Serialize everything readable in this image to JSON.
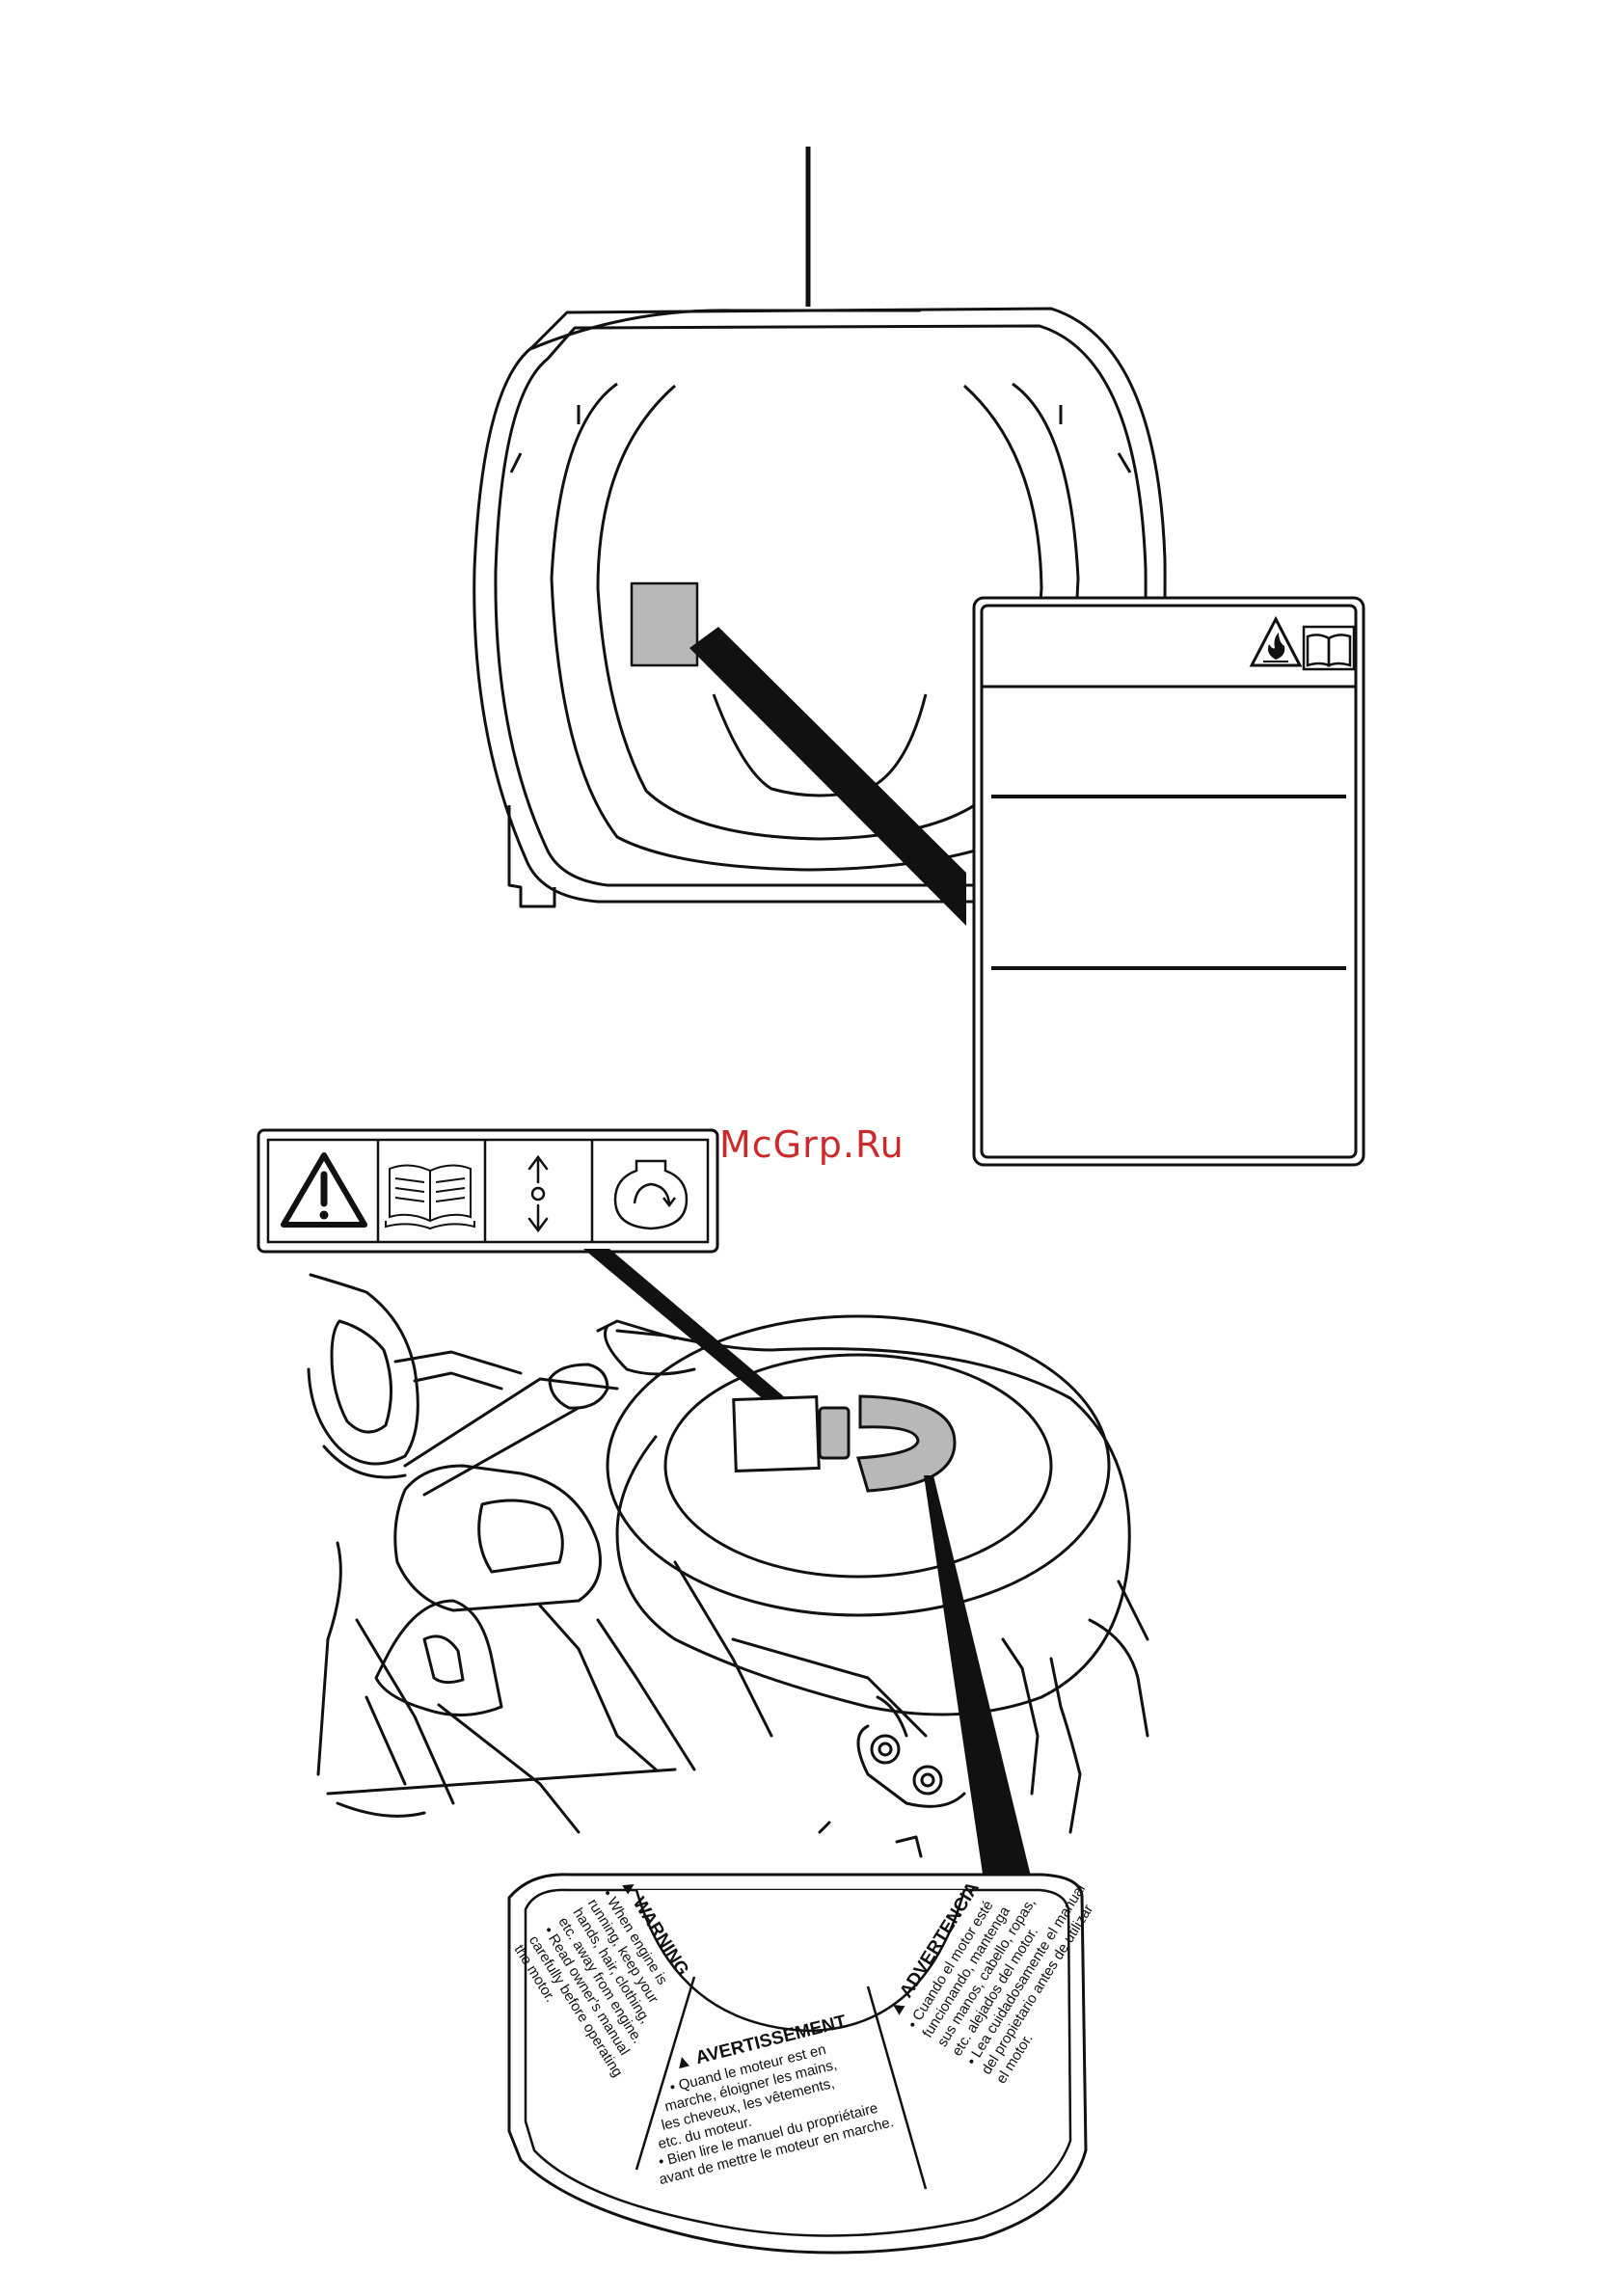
{
  "watermark": {
    "text": "McGrp.Ru",
    "color": "#cc2a2a"
  },
  "colors": {
    "line": "#111111",
    "label_fill": "#b8b8b8",
    "paper": "#ffffff"
  },
  "icons": {
    "fuel_label": [
      "fire-hazard-warning-icon",
      "read-manual-icon"
    ],
    "control_label": [
      "warning-triangle-icon",
      "read-manual-icon",
      "choke-arrows-icon",
      "rotation-direction-icon"
    ]
  },
  "decal": {
    "warning": {
      "heading": "WARNING",
      "lines": [
        "• When engine is",
        "running, keep your",
        "hands, hair, clothing,",
        "etc. away from engine.",
        "• Read owner's manual",
        "carefully before operating",
        "the motor."
      ]
    },
    "avertissement": {
      "heading": "AVERTISSEMENT",
      "lines": [
        "• Quand le moteur est en",
        "marche, éloigner les mains,",
        "les cheveux, les vêtements,",
        "etc. du moteur.",
        "• Bien lire le manuel du propriétaire",
        "avant de mettre le moteur en marche."
      ]
    },
    "advertencia": {
      "heading": "ADVERTENCIA",
      "lines": [
        "• Cuando el motor esté",
        "funcionando, mantenga",
        "sus manos, cabello, ropas,",
        "etc. alejados del motor.",
        "• Lea cuidadosamente el manual",
        "del propietario antes de utilizar",
        "el motor."
      ]
    }
  }
}
